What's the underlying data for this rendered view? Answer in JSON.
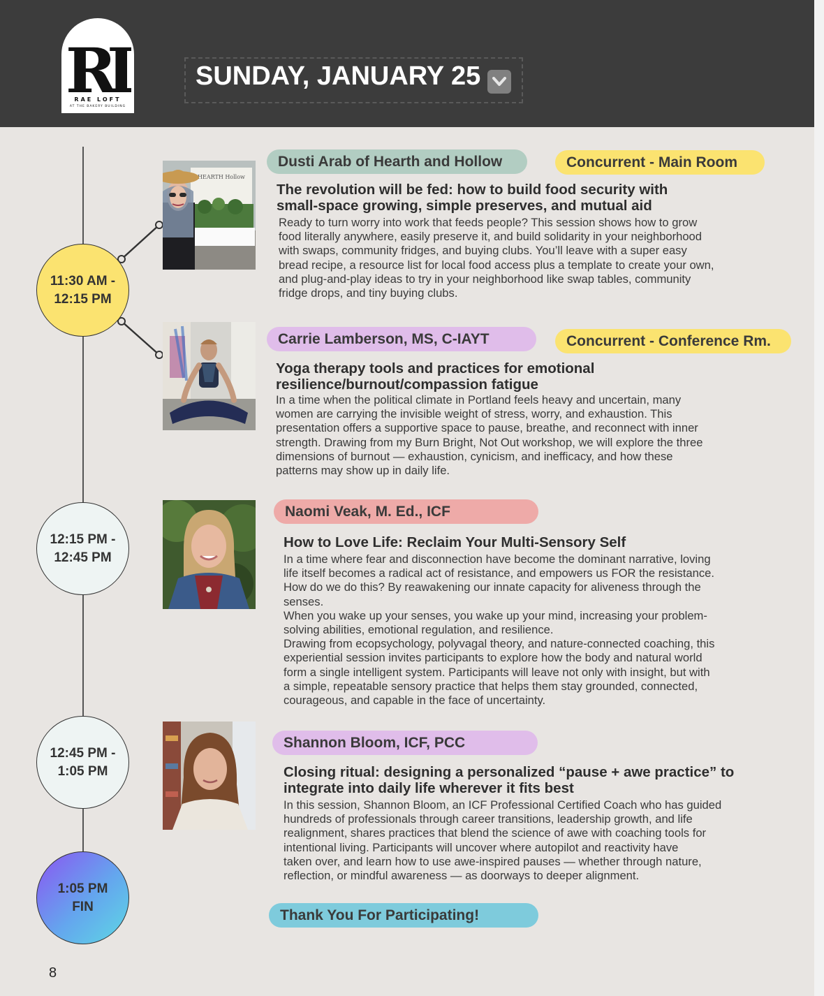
{
  "logo": {
    "letters": "RL",
    "name": "RAE LOFT",
    "subtitle": "AT THE BAKERY BUILDING"
  },
  "header": {
    "date": "SUNDAY, JANUARY 25"
  },
  "timeline": [
    {
      "label": "11:30 AM -\n12:15 PM"
    },
    {
      "label": "12:15 PM -\n12:45 PM"
    },
    {
      "label": "12:45 PM -\n1:05 PM"
    },
    {
      "label": "1:05 PM\nFIN"
    }
  ],
  "sessions": [
    {
      "speaker": "Dusti Arab of Hearth and Hollow",
      "location": "Concurrent - Main Room",
      "photo_sign": "HEARTH Hollow",
      "title": "The revolution will be fed: how to build food security with\nsmall-space growing, simple preserves, and mutual aid",
      "description": "Ready to turn worry into work that feeds people? This session shows how to grow\nfood literally anywhere, easily preserve it, and build solidarity in your neighborhood\nwith swaps, community fridges, and buying clubs. You’ll leave with a super easy\nbread recipe, a resource list for local food access plus a template to create your own,\nand plug-and-play ideas to try in your neighborhood like swap tables, community\nfridge drops, and tiny buying clubs."
    },
    {
      "speaker": "Carrie Lamberson, MS, C-IAYT",
      "location": "Concurrent - Conference Rm.",
      "title": "Yoga therapy tools and practices for emotional\nresilience/burnout/compassion fatigue",
      "description": "In a time when the political climate in Portland feels heavy and uncertain, many\nwomen are carrying the invisible weight of stress, worry, and exhaustion. This\npresentation offers a supportive space to pause, breathe, and reconnect with inner\nstrength. Drawing from my Burn Bright, Not Out workshop, we will explore the three\ndimensions of burnout —  exhaustion, cynicism, and inefficacy, and how these\npatterns may show up in daily life."
    },
    {
      "speaker": "Naomi Veak, M. Ed., ICF",
      "title": "How to Love Life: Reclaim Your Multi-Sensory Self",
      "description": "In a time where fear and disconnection have become the dominant narrative, loving\nlife itself becomes a radical act of resistance, and empowers us FOR the resistance.\nHow do we do this? By reawakening our innate capacity for aliveness through the\nsenses.\nWhen you wake up your senses, you wake up your mind, increasing your problem-\nsolving abilities, emotional regulation, and resilience.\nDrawing from ecopsychology, polyvagal theory, and nature-connected coaching, this\nexperiential session invites participants to explore how the body and natural world\nform a single intelligent system. Participants will leave not only with insight, but with\na simple, repeatable sensory practice that helps them stay grounded, connected,\ncourageous, and capable in the face of uncertainty."
    },
    {
      "speaker": "Shannon Bloom, ICF, PCC",
      "title": "Closing ritual: designing a personalized “pause + awe practice” to\nintegrate into daily life wherever it fits best",
      "description": "In this session, Shannon Bloom, an ICF Professional Certified Coach who has guided\nhundreds of professionals through career transitions, leadership growth, and life\nrealignment, shares practices that blend the science of awe with coaching tools for\nintentional living. Participants will uncover where autopilot and reactivity have\ntaken over, and learn how to use awe-inspired pauses — whether through nature,\nreflection, or mindful awareness — as doorways to deeper alignment."
    }
  ],
  "closing": "Thank You For Participating!",
  "page_number": "8",
  "colors": {
    "header": "#3c3c3c",
    "background": "#e8e5e2",
    "yellow": "#fbe370",
    "teal": "#b2cdc2",
    "lilac": "#e0bdea",
    "pink": "#eeaaa8",
    "blue": "#7ecbdc"
  }
}
